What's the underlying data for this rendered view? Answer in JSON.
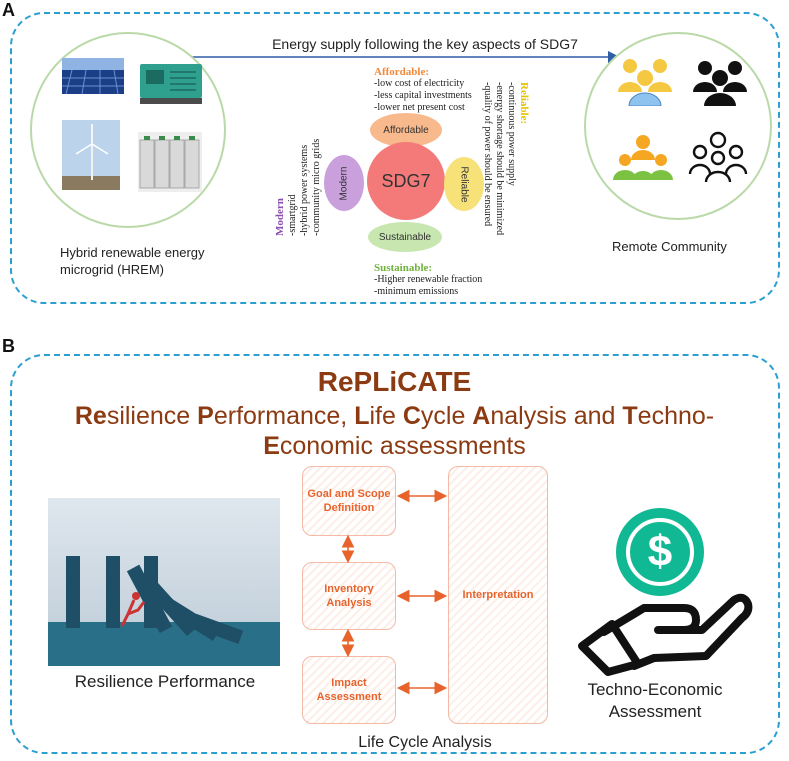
{
  "panel_a": {
    "label": "A",
    "arrow_text": "Energy supply following the key aspects of SDG7",
    "hrem_caption": [
      "Hybrid renewable energy",
      "microgrid (HREM)"
    ],
    "community_caption": "Remote Community",
    "center": "SDG7",
    "bubbles": {
      "affordable": "Affordable",
      "modern": "Modern",
      "reliable": "Reliable",
      "sustainable": "Sustainable"
    },
    "affordable": {
      "head": "Affordable:",
      "lines": [
        "-low cost of electricity",
        "-less capital investments",
        "-lower net present cost"
      ]
    },
    "modern": {
      "head": "Modern",
      "lines": [
        "-smartgrid",
        "-hybrid power systems",
        "-community micro grids"
      ]
    },
    "reliable": {
      "head": "Reliable:",
      "lines": [
        "-continuous power supply",
        "-energy shortage should be minimized",
        "-quality of power should be ensured"
      ]
    },
    "sustainable": {
      "head": "Sustainable:",
      "lines": [
        "-Higher renewable fraction",
        "-minimum emissions"
      ]
    }
  },
  "panel_b": {
    "label": "B",
    "title": "RePLiCATE",
    "subtitle_line1": [
      {
        "b": "Re"
      },
      {
        "t": "silience "
      },
      {
        "b": "P"
      },
      {
        "t": "erformance, "
      },
      {
        "b": "L"
      },
      {
        "t": "ife "
      },
      {
        "b": "C"
      },
      {
        "t": "ycle "
      },
      {
        "b": "A"
      },
      {
        "t": "nalysis and "
      },
      {
        "b": "T"
      },
      {
        "t": "echno-"
      }
    ],
    "subtitle_line2": [
      {
        "b": "E"
      },
      {
        "t": "conomic assessments"
      }
    ],
    "resilience_caption": "Resilience Performance",
    "lca_boxes": [
      "Goal and Scope Definition",
      "Inventory Analysis",
      "Impact Assessment"
    ],
    "interpretation": "Interpretation",
    "lca_caption": "Life Cycle Analysis",
    "techno_caption": [
      "Techno-Economic",
      "Assessment"
    ],
    "dollar": "$"
  },
  "colors": {
    "dash": "#2b9fd0",
    "brown": "#8b3a12",
    "orange": "#e8632b",
    "green": "#11b894",
    "affordable": "#f8b98d",
    "modern": "#c9a0dc",
    "reliable": "#f7e27a",
    "sustainable": "#c8e6b0",
    "sdg7": "#f47a7a"
  }
}
